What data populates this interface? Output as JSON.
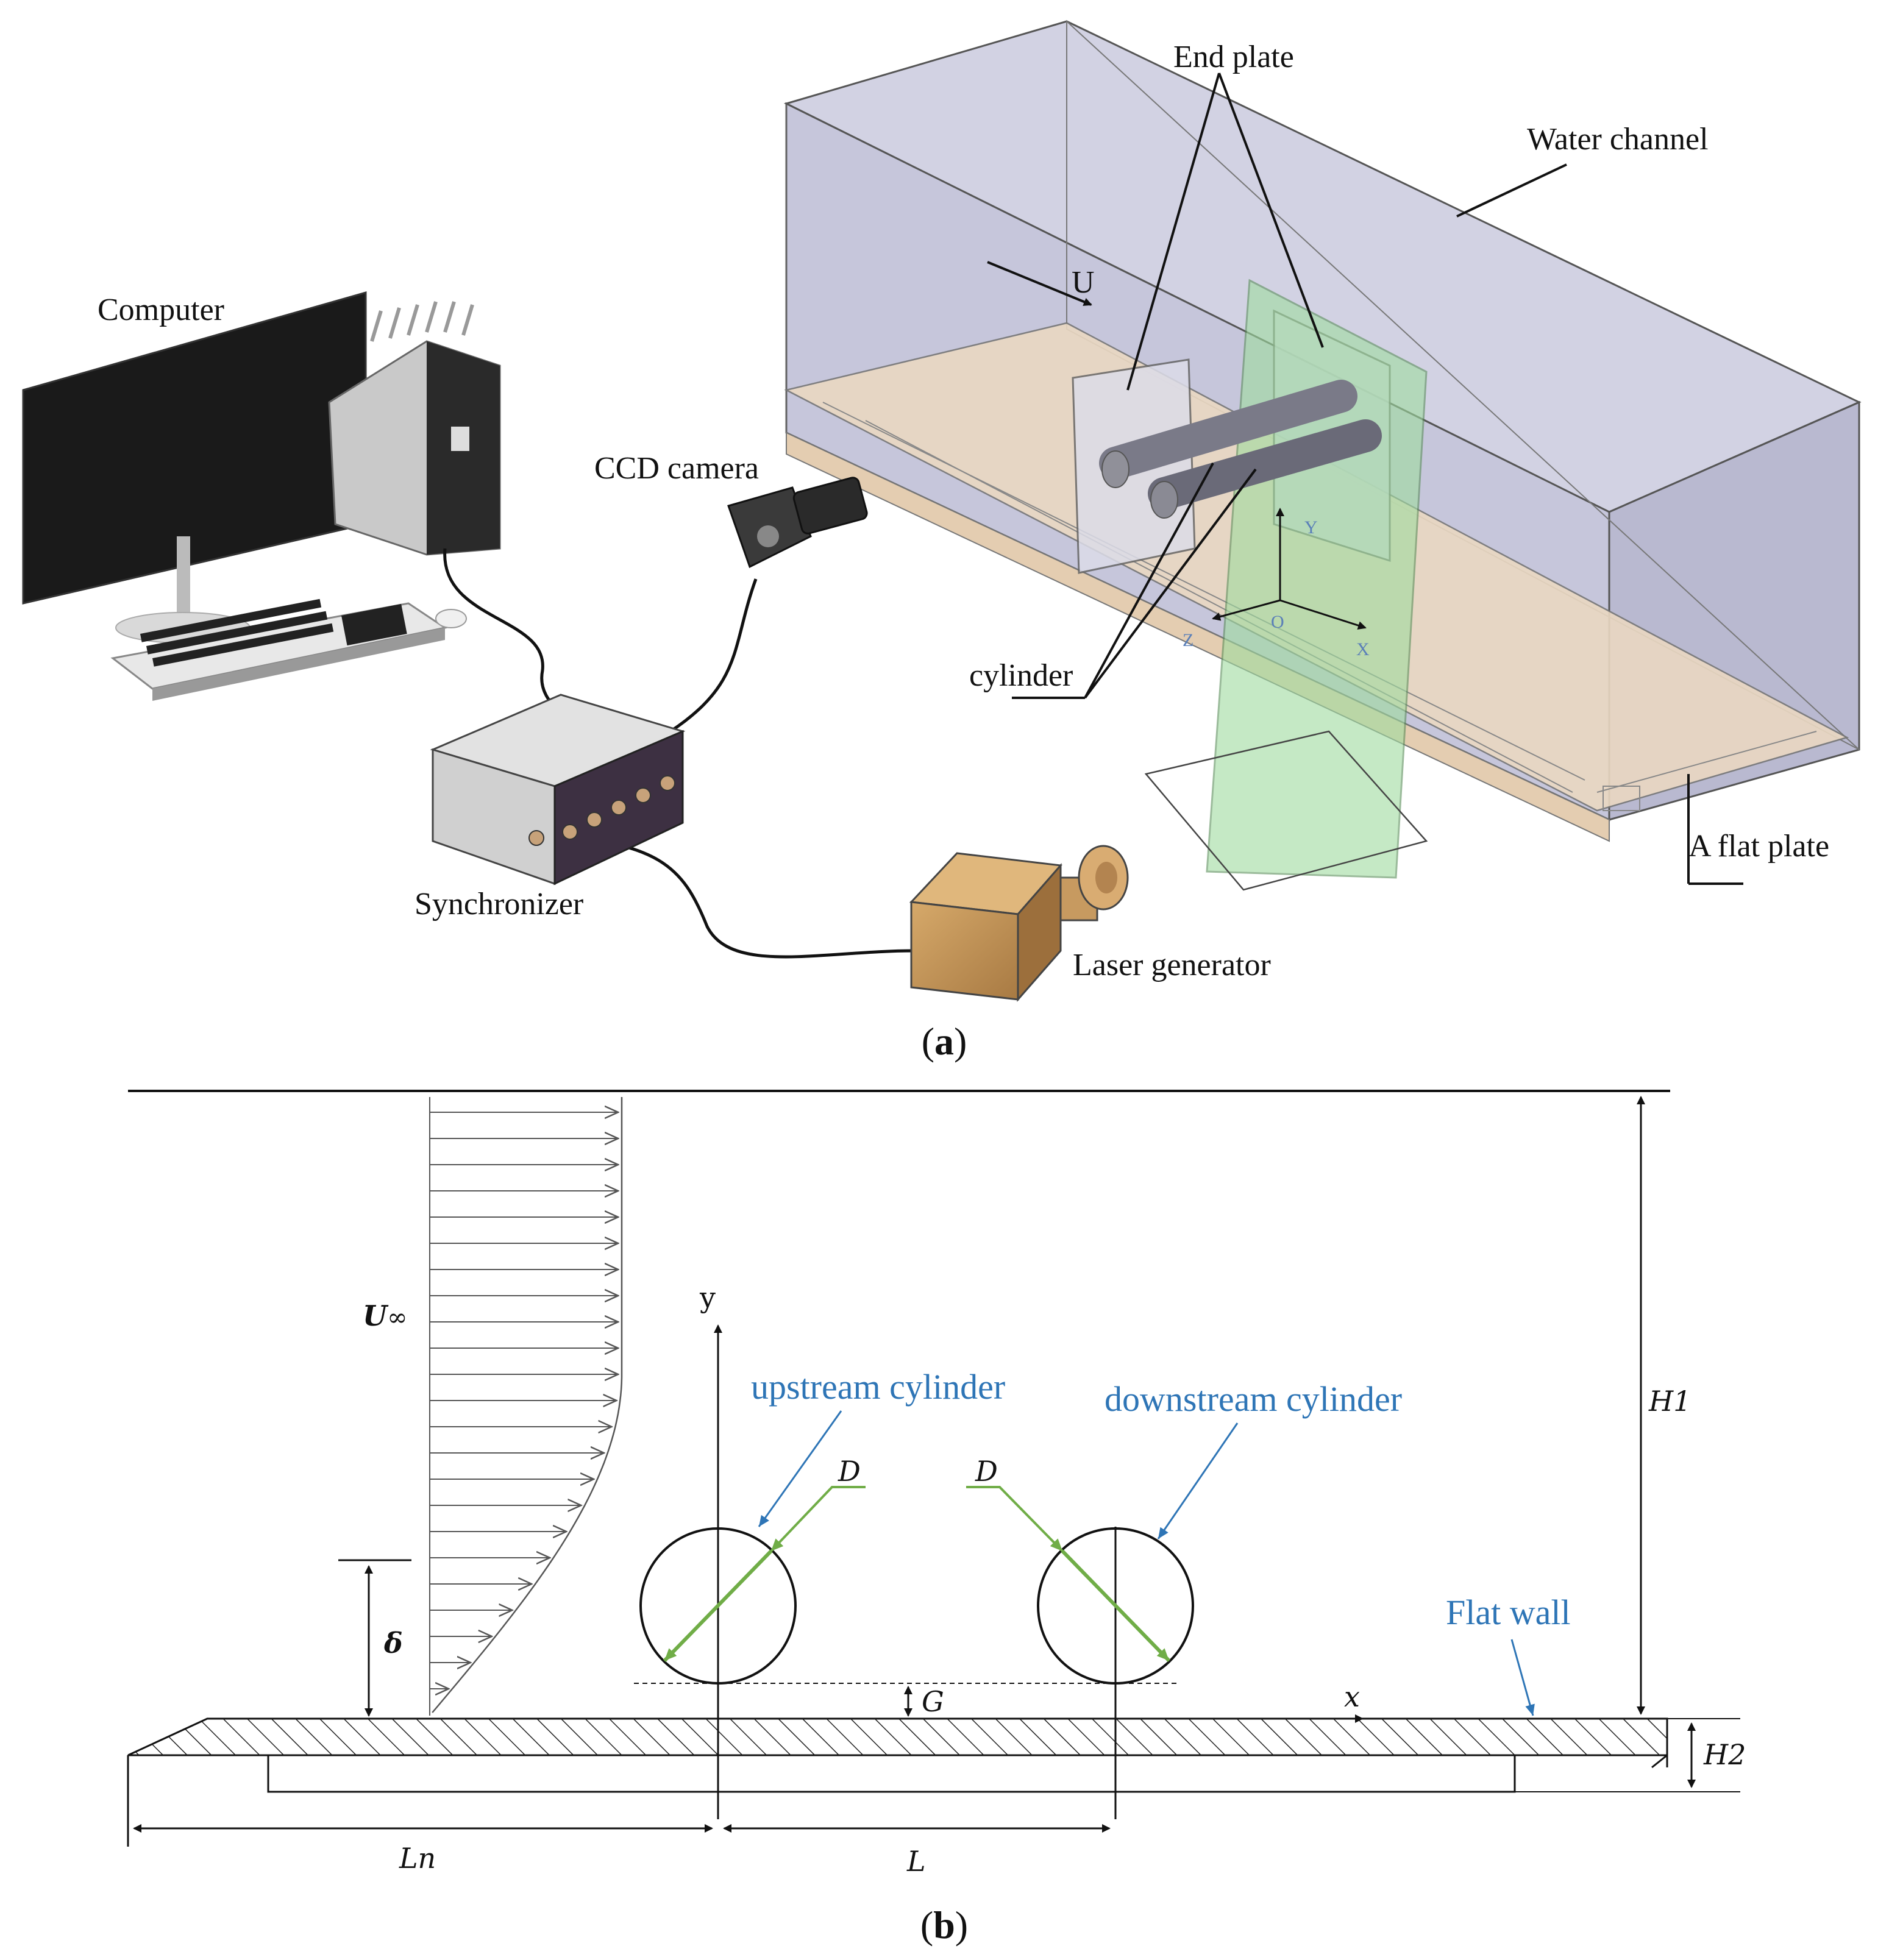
{
  "panel_a": {
    "caption_open": "(",
    "caption_letter": "a",
    "caption_close": ")",
    "labels": {
      "end_plate": "End plate",
      "water_channel": "Water channel",
      "flow": "U",
      "computer": "Computer",
      "ccd_camera": "CCD camera",
      "cylinder": "cylinder",
      "synchronizer": "Synchronizer",
      "laser_generator": "Laser generator",
      "flat_plate": "A flat plate",
      "axis_y": "Y",
      "axis_x": "X",
      "axis_z": "Z",
      "axis_o": "O"
    }
  },
  "panel_b": {
    "caption_open": "(",
    "caption_letter": "b",
    "caption_close": ")",
    "labels": {
      "freestream": "U",
      "freestream_sub": "∞",
      "y_axis": "y",
      "x_axis": "x",
      "upstream_cylinder": "upstream cylinder",
      "downstream_cylinder": "downstream cylinder",
      "diameter_up": "D",
      "diameter_down": "D",
      "boundary_layer": "δ",
      "gap": "G",
      "flat_wall": "Flat wall",
      "h1": "H1",
      "h2": "H2",
      "ln": "Ln",
      "l": "L"
    }
  },
  "colors": {
    "label_blue": "#2e75b6",
    "diameter_green": "#70ad47",
    "channel_fill": "#c9c9dc",
    "laser_sheet": "#9fdc9f",
    "laser_box": "#c8a06a"
  }
}
